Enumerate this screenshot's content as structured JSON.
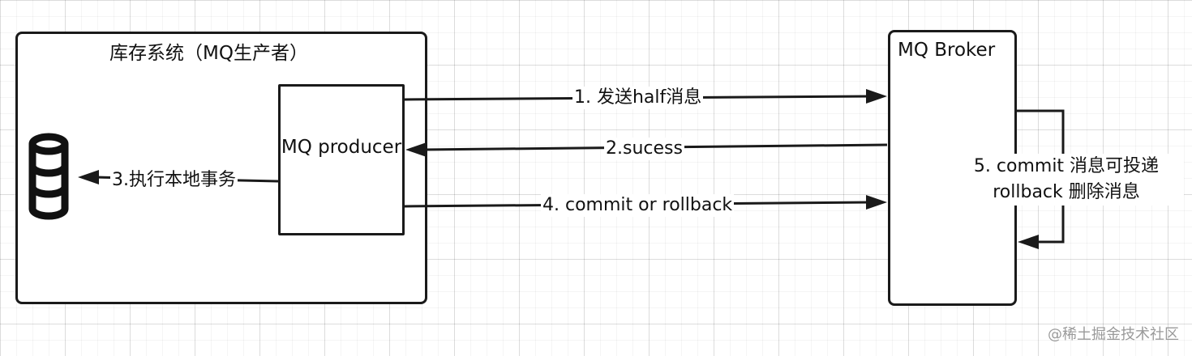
{
  "diagram": {
    "system_title": "库存系统（MQ生产者）",
    "producer_label": "MQ producer",
    "broker_title": "MQ Broker",
    "steps": {
      "send_half": "1. 发送half消息",
      "success": "2.sucess",
      "local_tx": "3.执行本地事务",
      "commit_or_rollback": "4. commit or rollback"
    },
    "broker_note": {
      "line1": "5. commit 消息可投递",
      "line2": "rollback 删除消息"
    },
    "watermark": "@稀土掘金技术社区"
  }
}
